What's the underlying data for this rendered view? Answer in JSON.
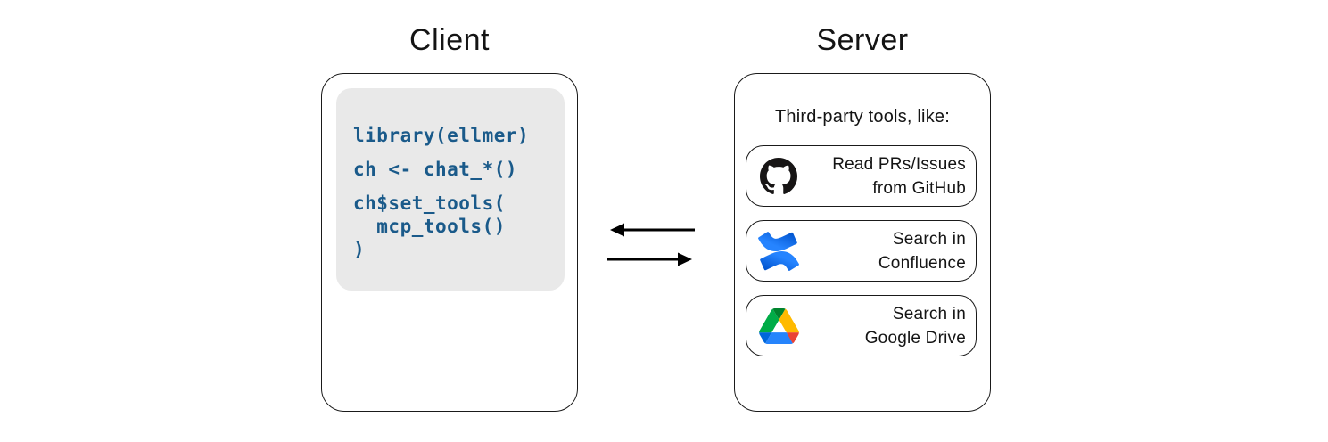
{
  "client": {
    "title": "Client",
    "code": {
      "line1": "library(ellmer)",
      "line2": "ch <- chat_*()",
      "line3": "ch$set_tools(",
      "line4": "  mcp_tools()",
      "line5": ")"
    }
  },
  "arrows": {
    "to_client_icon": "arrow-left-icon",
    "to_server_icon": "arrow-right-icon"
  },
  "server": {
    "title": "Server",
    "subtitle": "Third-party tools, like:",
    "tools": [
      {
        "icon": "github-icon",
        "line1": "Read PRs/Issues",
        "line2": "from GitHub"
      },
      {
        "icon": "confluence-icon",
        "line1": "Search in",
        "line2": "Confluence"
      },
      {
        "icon": "google-drive-icon",
        "line1": "Search in",
        "line2": "Google Drive"
      }
    ]
  },
  "colors": {
    "code_text": "#1A5A8A",
    "code_background": "#E9E9E9",
    "box_border": "#1A1A1A",
    "arrow": "#000000",
    "github_black": "#171515",
    "confluence_blue_light": "#2684FF",
    "confluence_blue_dark": "#0052CC",
    "drive_dark_blue": "#0066DA",
    "drive_green": "#00AC47",
    "drive_dark_green": "#00832D",
    "drive_red": "#EA4335",
    "drive_blue": "#2684FC",
    "drive_yellow": "#FFBA00"
  }
}
